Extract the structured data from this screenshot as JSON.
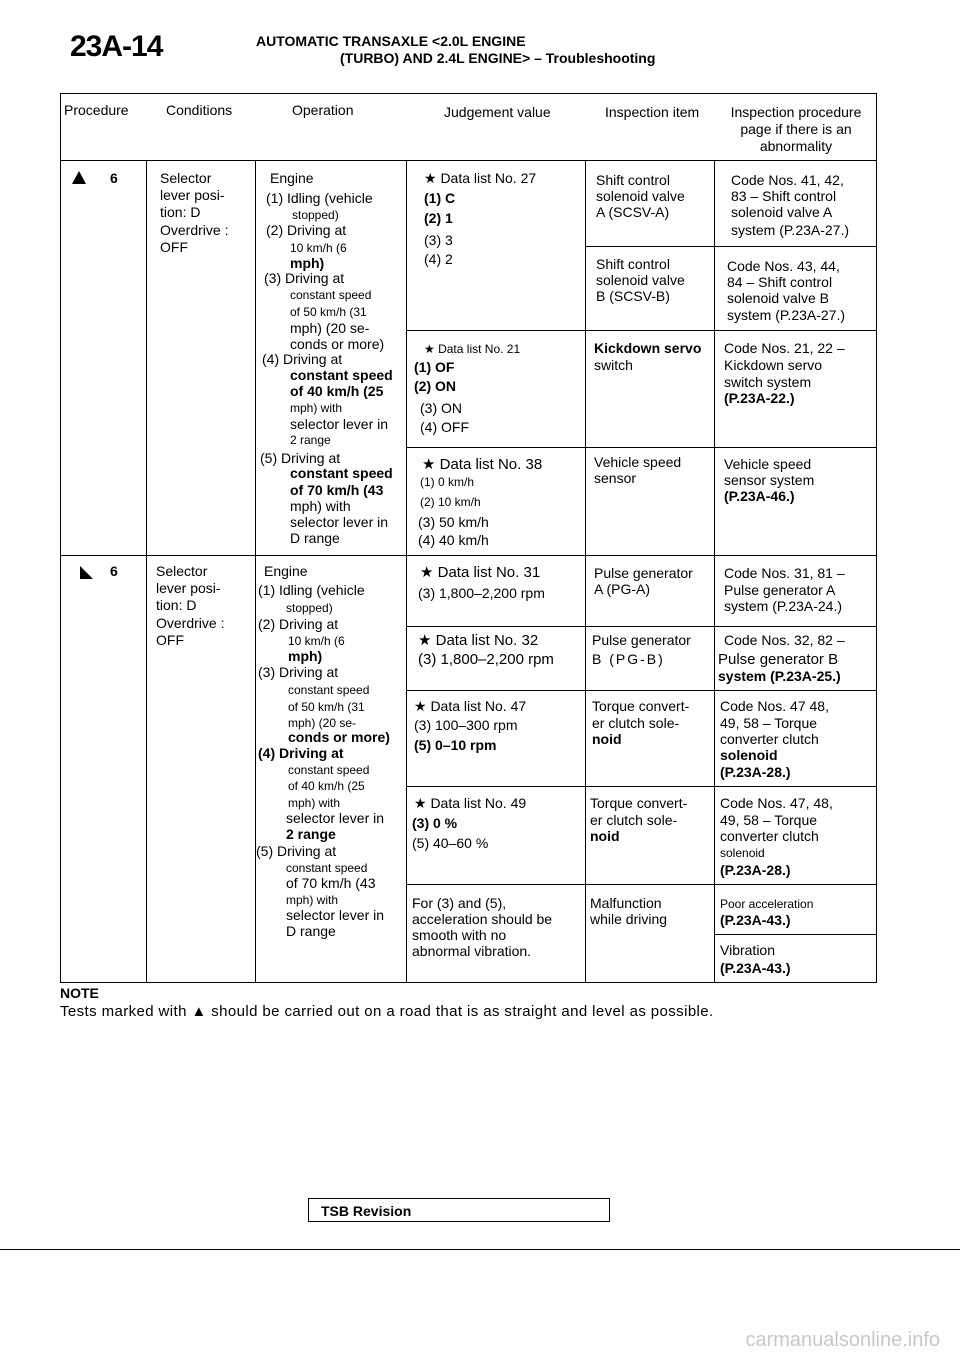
{
  "header": {
    "page_number": "23A-14",
    "title_line1": "AUTOMATIC TRANSAXLE <2.0L ENGINE",
    "title_line2": "(TURBO) AND 2.4L ENGINE> – Troubleshooting"
  },
  "table": {
    "columns": [
      "Procedure",
      "Conditions",
      "Operation",
      "Judgement value",
      "Inspection item",
      "Inspection procedure page if there is an abnormality"
    ],
    "rows": [
      {
        "procedure": "6",
        "conditions": [
          "Selector",
          "lever posi-",
          "tion: D",
          "Overdrive :",
          "OFF"
        ],
        "operation": [
          "Engine",
          "(1) Idling (vehicle",
          "stopped)",
          "(2) Driving at",
          "10 km/h (6",
          "mph)",
          "(3) Driving at",
          "constant speed",
          "of 50 km/h (31",
          "mph) (20 se-",
          "conds or more)",
          "(4) Driving at",
          "constant speed",
          "of 40 km/h (25",
          "mph) with",
          "selector lever in",
          "2 range",
          "(5) Driving at",
          "constant speed",
          "of 70 km/h (43",
          "mph) with",
          "selector lever in",
          "D range"
        ],
        "subrows": [
          {
            "judgement": [
              "★ Data list No. 27",
              "(1) C",
              "(2) 1",
              "(3) 3",
              "(4) 2"
            ],
            "item": [
              "Shift control",
              "solenoid valve",
              "A (SCSV-A)"
            ],
            "page": [
              "Code Nos. 41, 42,",
              "83 – Shift control",
              "solenoid valve A",
              "system (P.23A-27.)"
            ]
          },
          {
            "judgement": [],
            "item": [
              "Shift control",
              "solenoid valve",
              "B (SCSV-B)"
            ],
            "page": [
              "Code Nos. 43, 44,",
              "84 – Shift control",
              "solenoid valve B",
              "system (P.23A-27.)"
            ]
          },
          {
            "judgement": [
              "★ Data list No. 21",
              "(1) OF",
              "(2) ON",
              "(3) ON",
              "(4) OFF"
            ],
            "item": [
              "Kickdown servo",
              "switch"
            ],
            "page": [
              "Code Nos. 21, 22 –",
              "Kickdown servo",
              "switch system",
              "(P.23A-22.)"
            ]
          },
          {
            "judgement": [
              "★ Data list No. 38",
              "(1) 0 km/h",
              "(2) 10 km/h",
              "(3) 50 km/h",
              "(4) 40 km/h"
            ],
            "item": [
              "Vehicle speed",
              "sensor"
            ],
            "page": [
              "Vehicle speed",
              "sensor system",
              "(P.23A-46.)"
            ]
          }
        ]
      },
      {
        "procedure": "6",
        "conditions": [
          "Selector",
          "lever posi-",
          "tion: D",
          "Overdrive :",
          "OFF"
        ],
        "operation": [
          "Engine",
          "(1) Idling (vehicle",
          "stopped)",
          "(2) Driving at",
          "10 km/h (6",
          "mph)",
          "(3) Driving at",
          "constant speed",
          "of 50 km/h (31",
          "mph) (20 se-",
          "conds or more)",
          "(4) Driving at",
          "constant speed",
          "of 40 km/h (25",
          "mph) with",
          "selector lever in",
          "2 range",
          "(5) Driving at",
          "constant speed",
          "of 70 km/h (43",
          "mph) with",
          "selector lever in",
          "D range"
        ],
        "subrows": [
          {
            "judgement": [
              "★ Data list No. 31",
              "(3) 1,800–2,200 rpm"
            ],
            "item": [
              "Pulse generator",
              "A (PG-A)"
            ],
            "page": [
              "Code Nos. 31, 81 –",
              "Pulse generator A",
              "system (P.23A-24.)"
            ]
          },
          {
            "judgement": [
              "★ Data list No. 32",
              "(3) 1,800–2,200 rpm"
            ],
            "item": [
              "Pulse generator",
              "B (PG-B)"
            ],
            "page": [
              "Code Nos. 32, 82 –",
              "Pulse generator B",
              "system (P.23A-25.)"
            ]
          },
          {
            "judgement": [
              "★ Data list No. 47",
              "(3) 100–300 rpm",
              "(5) 0–10 rpm"
            ],
            "item": [
              "Torque convert-",
              "er clutch sole-",
              "noid"
            ],
            "page": [
              "Code Nos. 47 48,",
              "49, 58 – Torque",
              "converter clutch",
              "solenoid",
              "(P.23A-28.)"
            ]
          },
          {
            "judgement": [
              "★ Data list No. 49",
              "(3) 0 %",
              "(5) 40–60 %"
            ],
            "item": [
              "Torque convert-",
              "er clutch sole-",
              "noid"
            ],
            "page": [
              "Code Nos. 47, 48,",
              "49, 58 – Torque",
              "converter clutch",
              "solenoid",
              "(P.23A-28.)"
            ]
          },
          {
            "judgement": [
              "For (3) and (5),",
              "acceleration should be",
              "smooth with no",
              "abnormal vibration."
            ],
            "item": [
              "Malfunction",
              "while driving"
            ],
            "page": [
              "Poor acceleration",
              "(P.23A-43.)",
              "Vibration",
              "(P.23A-43.)"
            ]
          }
        ]
      }
    ]
  },
  "note": {
    "title": "NOTE",
    "text": "Tests marked with ▲ should be carried out on a road that is as straight and level as possible."
  },
  "footer": {
    "tsb_revision": "TSB Revision",
    "watermark": "carmanualsonline.info"
  }
}
